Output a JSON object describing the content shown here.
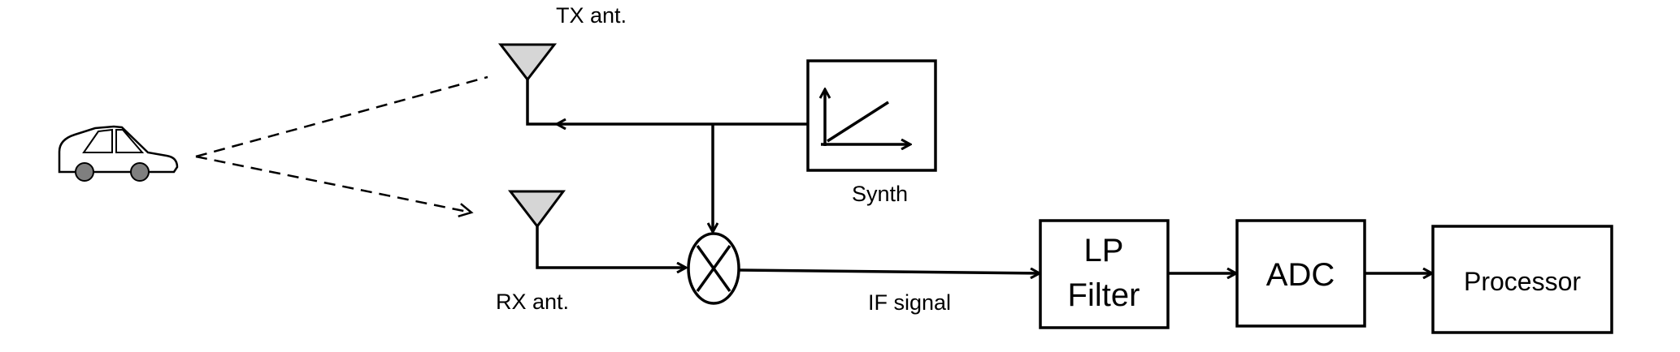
{
  "labels": {
    "tx_antenna": "TX ant.",
    "rx_antenna": "RX ant.",
    "synth": "Synth",
    "if_signal": "IF signal",
    "lp_filter_line1": "LP",
    "lp_filter_line2": "Filter",
    "adc": "ADC",
    "processor": "Processor"
  },
  "icons": {
    "target": "car-icon",
    "mixer": "mixer-icon",
    "antenna": "antenna-icon",
    "chirp": "chirp-ramp-icon"
  }
}
